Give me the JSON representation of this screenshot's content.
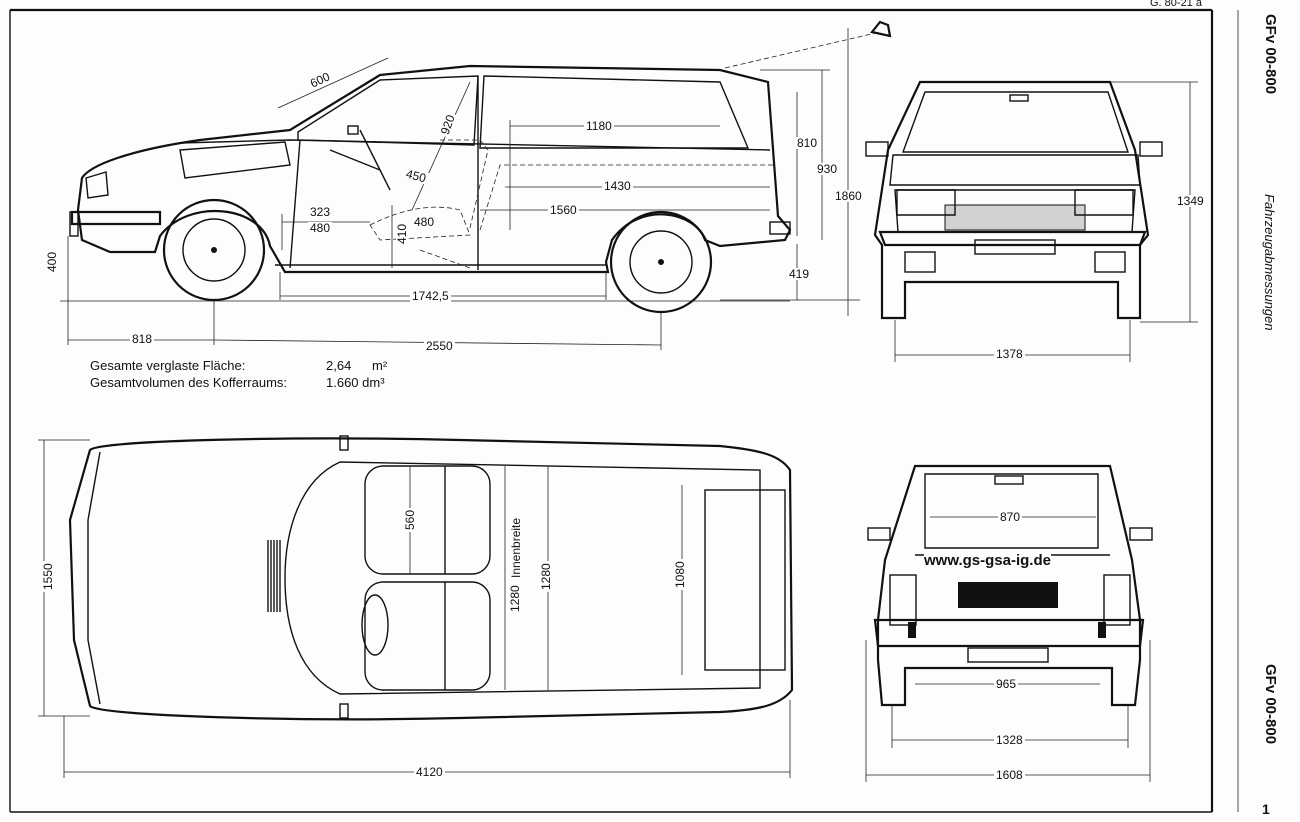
{
  "sheet": {
    "ref_code": "G. 80-21 a",
    "model_code": "GFv 00-800",
    "subtitle": "Fahrzeugabmessungen",
    "page_number": "1",
    "watermark": "www.gs-gsa-ig.de"
  },
  "notes": {
    "glass_label": "Gesamte verglaste Fläche:",
    "glass_value": "2,64",
    "glass_unit": "m²",
    "boot_label": "Gesamtvolumen des Kofferraums:",
    "boot_value": "1.660 dm³"
  },
  "side_view": {
    "dims": {
      "windscreen": "600",
      "seat_to_roof": "920",
      "rear_glass_length": "1180",
      "rear_height_810": "810",
      "height_930": "930",
      "overall_height": "1860",
      "load_length_1430": "1430",
      "load_length_1560": "1560",
      "seat_450": "450",
      "seat_323": "323",
      "seat_480a": "480",
      "seat_480b": "480",
      "seat_410": "410",
      "ground_clearance_front": "400",
      "ground_clearance_rear": "419",
      "floor_length": "1742,5",
      "front_overhang": "818",
      "wheelbase": "2550"
    }
  },
  "front_view": {
    "dims": {
      "height": "1349",
      "front_track": "1378"
    }
  },
  "top_view": {
    "dims": {
      "overall_width": "1550",
      "seat_depth": "560",
      "inner_width_label": "Innenbreite",
      "inner_width_a": "1280",
      "inner_width_b": "1280",
      "boot_width": "1080",
      "overall_length": "4120"
    }
  },
  "rear_view": {
    "dims": {
      "rear_window_width": "870",
      "tailgate_opening": "965",
      "rear_track": "1328",
      "overall_width": "1608"
    }
  }
}
